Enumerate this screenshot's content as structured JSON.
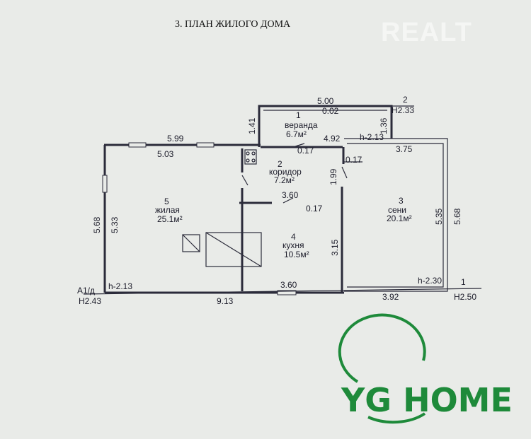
{
  "title": "3. ПЛАН ЖИЛОГО ДОМА",
  "watermark": "REALT",
  "brand": {
    "name": "YG HOME",
    "color": "#1e8a3a"
  },
  "rooms": [
    {
      "no": "1",
      "name": "веранда",
      "area": "6.7м²"
    },
    {
      "no": "2",
      "name": "коридор",
      "area": "7.2м²"
    },
    {
      "no": "3",
      "name": "сени",
      "area": "20.1м²"
    },
    {
      "no": "4",
      "name": "кухня",
      "area": "10.5м²"
    },
    {
      "no": "5",
      "name": "жилая",
      "area": "25.1м²"
    }
  ],
  "dimensions": {
    "veranda_width": "5.00",
    "veranda_inner": "0.02",
    "veranda_left_height": "1.41",
    "veranda_right_height": "1.36",
    "veranda_bottom": "4.92",
    "top_outer": "5.99",
    "top_inner": "5.03",
    "corridor_wall_1": "0.17",
    "corridor_wall_2": "0.17",
    "partition_wall": "0.17",
    "corridor_height": "1.99",
    "kitchen_width": "3.60",
    "kitchen_height": "3.15",
    "bottom_kitchen_width": "3.60",
    "left_outer": "5.68",
    "left_inner": "5.33",
    "senі_width": "3.75",
    "seni_inner_height": "5.35",
    "seni_outer_height": "5.68",
    "bottom_total": "9.13",
    "bottom_seni": "3.92"
  },
  "marks": {
    "point_1": "1",
    "point_2": "2",
    "point_a1": "А1/д",
    "h_left": "h-2.13",
    "h_veranda": "h-2.13",
    "h_seni": "h-2.30",
    "H_left": "H2.43",
    "H_top": "H2.33",
    "H_right": "H2.50"
  }
}
